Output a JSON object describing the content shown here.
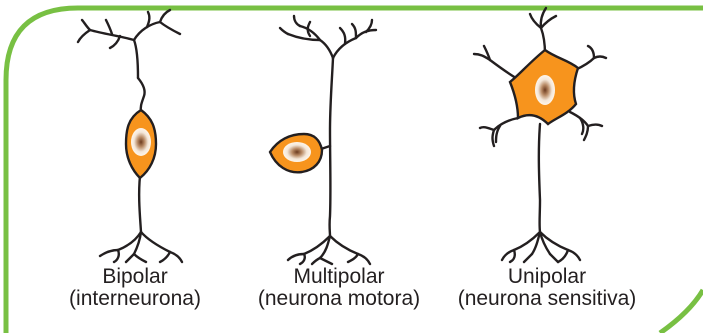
{
  "colors": {
    "frame_green": "#78c043",
    "soma_orange": "#f7941d",
    "outline": "#231f20",
    "nucleus_core": "#7a4a2a",
    "text": "#231f20"
  },
  "neurons": [
    {
      "name_label": "Bipolar",
      "type_label": "(interneurona)"
    },
    {
      "name_label": "Multipolar",
      "type_label": "(neurona motora)"
    },
    {
      "name_label": "Unipolar",
      "type_label": "(neurona sensitiva)"
    }
  ]
}
